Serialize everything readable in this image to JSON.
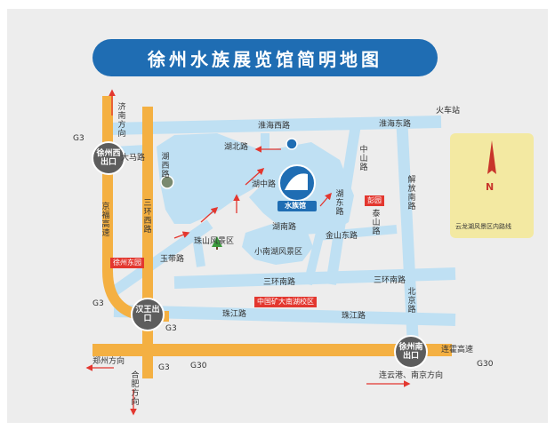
{
  "title": "徐州水族展览馆简明地图",
  "roads": {
    "huaihai_west": "淮海西路",
    "huaihai_east": "淮海东路",
    "huochezhan": "火车站",
    "hubei": "湖北路",
    "dama": "大马路",
    "huxi": "湖西路",
    "huzhong": "湖中路",
    "hudong": "湖东路",
    "zhongshan": "中山路",
    "jiefang_south": "解放南路",
    "hunan": "湖南路",
    "jinshan_east": "金山东路",
    "taishan": "泰山路",
    "yudai": "玉带路",
    "sanhuan_south": "三环南路",
    "sanhuan_south2": "三环南路",
    "sanhuan_west": "三环西路",
    "jingfu": "京福高速",
    "beijing": "北京路",
    "zhujiang": "珠江路",
    "zhujiang2": "珠江路",
    "lianhuo": "连霍高速"
  },
  "places": {
    "aquarium": "水族馆",
    "zhushan_scenic": "珠山风景区",
    "xiaonanhu_scenic": "小南湖风景区",
    "xuzhou_east": "徐州东园",
    "cumt": "中国矿大南湖校区",
    "pengyuan": "彭园"
  },
  "directions": {
    "jinan": "济南方向",
    "zhengzhou": "郑州方向",
    "hefei": "合肥方向",
    "lianyungang": "连云港、南京方向",
    "yunlong_route": "云龙湖风景区内路线"
  },
  "exits": {
    "xuzhou_west": "徐州西出口",
    "hanwang": "汉王出口",
    "xuzhou_south": "徐州南出口"
  },
  "highway_codes": {
    "g3_a": "G3",
    "g3_b": "G3",
    "g3_c": "G3",
    "g3_d": "G3",
    "g30_a": "G30",
    "g30_b": "G30"
  },
  "compass": {
    "north": "N"
  },
  "colors": {
    "background": "#ededed",
    "road": "#bfe0f3",
    "lake": "#bfe0f3",
    "highway": "#f4b042",
    "banner": "#1f6db3",
    "arrow": "#e3372f",
    "exit_circle": "#5d5d5d",
    "compass_bg": "#f3e9a2"
  },
  "icons": {
    "aquarium_marker": "aquarium-marker-icon",
    "hubei_marker": "location-marker-icon",
    "huxi_marker": "location-marker-icon",
    "zhushan_marker": "tree-icon",
    "compass": "north-arrow-icon"
  }
}
